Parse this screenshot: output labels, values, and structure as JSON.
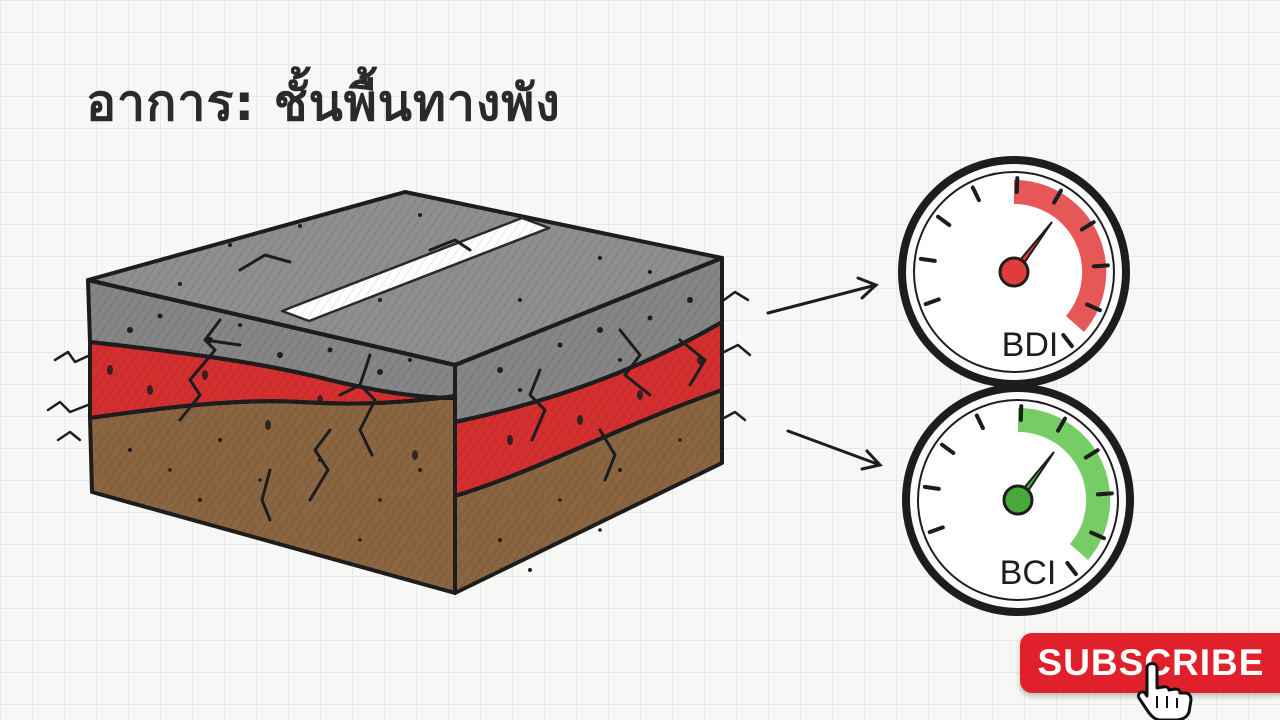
{
  "title": "อาการ: ชั้นพื้นทางพัง",
  "gauges": {
    "top": {
      "label": "BDI",
      "zone_color": "#e23b3b",
      "needle_color": "#e23b3b"
    },
    "bottom": {
      "label": "BCI",
      "zone_color": "#5fc44a",
      "needle_color": "#48a83a"
    }
  },
  "colors": {
    "surface_layer": "#858585",
    "base_layer": "#d42f2f",
    "subgrade_layer": "#8a6542"
  },
  "subscribe": {
    "label": "SUBSCRIBE"
  }
}
